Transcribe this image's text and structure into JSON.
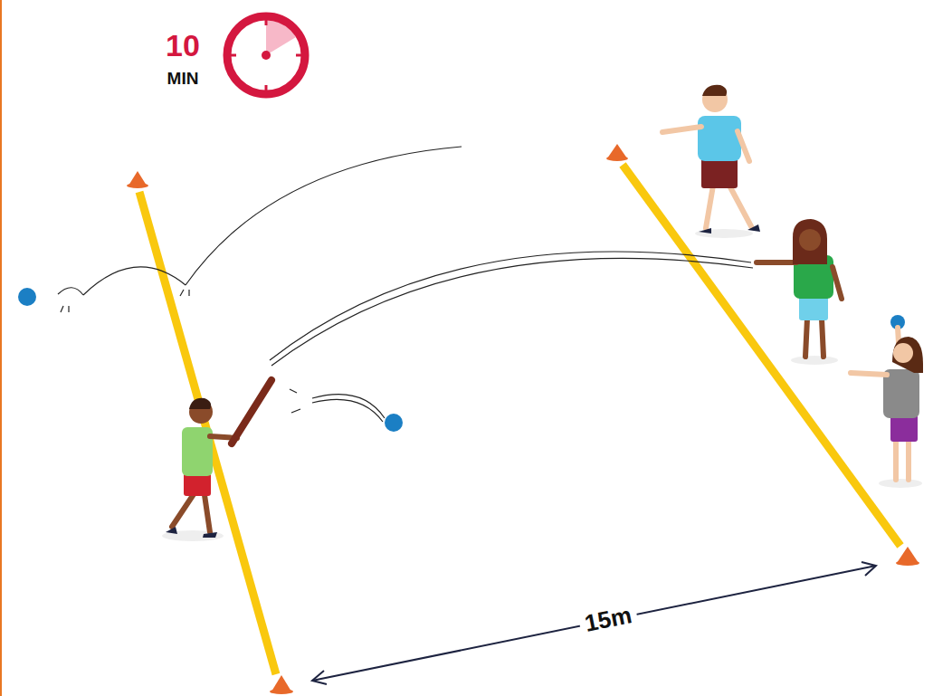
{
  "diagram": {
    "labels": [
      "10",
      "MIN",
      "15m"
    ]
  }
}
